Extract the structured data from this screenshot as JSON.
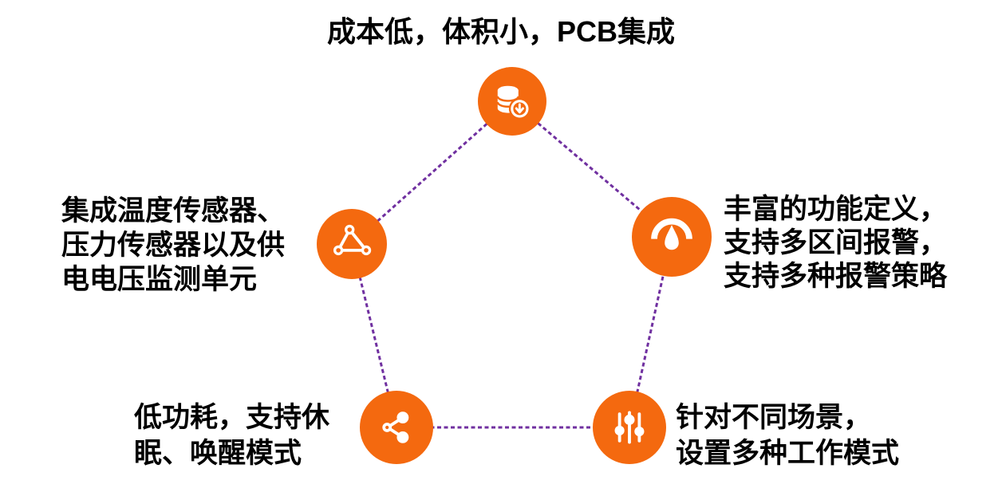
{
  "diagram": {
    "description": "Pentagon feature diagram with five orange icon nodes connected by purple dotted lines",
    "colors": {
      "node_background": "#F4690F",
      "icon_foreground": "#FFFFFF",
      "connector": "#7030A0",
      "text": "#000000",
      "page_background": "#FFFFFF"
    },
    "features": [
      {
        "name": "low-cost",
        "icon": "database-download-icon",
        "label": "成本低，体积小，PCB集成"
      },
      {
        "name": "integrated-sensors",
        "icon": "triangle-network-icon",
        "label": "集成温度传感器、\n压力传感器以及供\n电电压监测单元"
      },
      {
        "name": "rich-functions",
        "icon": "gauge-icon",
        "label": "丰富的功能定义，\n支持多区间报警，\n支持多种报警策略"
      },
      {
        "name": "low-power",
        "icon": "share-icon",
        "label": "低功耗，支持休\n眠、唤醒模式"
      },
      {
        "name": "work-modes",
        "icon": "sliders-icon",
        "label": "针对不同场景，\n设置多种工作模式"
      }
    ]
  }
}
